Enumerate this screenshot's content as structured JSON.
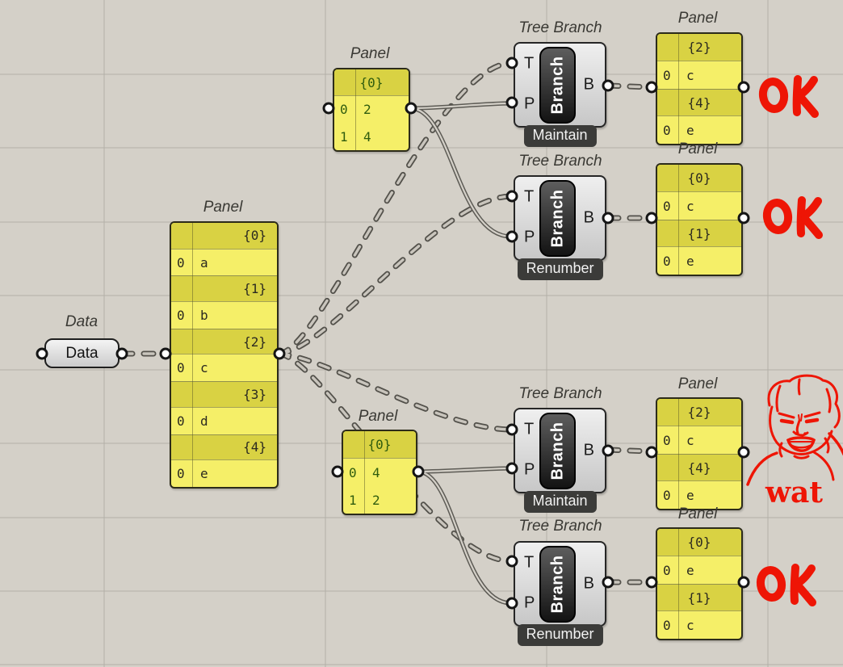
{
  "canvas": {
    "app": "Grasshopper node canvas"
  },
  "data_source": {
    "title": "Data",
    "label": "Data"
  },
  "main_panel": {
    "title": "Panel",
    "rows": [
      {
        "branch": "{0}"
      },
      {
        "index": "0",
        "value": "a"
      },
      {
        "branch": "{1}"
      },
      {
        "index": "0",
        "value": "b"
      },
      {
        "branch": "{2}"
      },
      {
        "index": "0",
        "value": "c"
      },
      {
        "branch": "{3}"
      },
      {
        "index": "0",
        "value": "d"
      },
      {
        "branch": "{4}"
      },
      {
        "index": "0",
        "value": "e"
      }
    ]
  },
  "input_panels": [
    {
      "title": "Panel",
      "rows": [
        {
          "branch": "{0}"
        },
        {
          "index": "0",
          "value": "2"
        },
        {
          "index": "1",
          "value": "4"
        }
      ]
    },
    {
      "title": "Panel",
      "rows": [
        {
          "branch": "{0}"
        },
        {
          "index": "0",
          "value": "4"
        },
        {
          "index": "1",
          "value": "2"
        }
      ]
    }
  ],
  "tree_branches": [
    {
      "title": "Tree Branch",
      "capsule": "Branch",
      "inputs": [
        "T",
        "P"
      ],
      "output": "B",
      "mode": "Maintain"
    },
    {
      "title": "Tree Branch",
      "capsule": "Branch",
      "inputs": [
        "T",
        "P"
      ],
      "output": "B",
      "mode": "Renumber"
    },
    {
      "title": "Tree Branch",
      "capsule": "Branch",
      "inputs": [
        "T",
        "P"
      ],
      "output": "B",
      "mode": "Maintain"
    },
    {
      "title": "Tree Branch",
      "capsule": "Branch",
      "inputs": [
        "T",
        "P"
      ],
      "output": "B",
      "mode": "Renumber"
    }
  ],
  "output_panels": [
    {
      "title": "Panel",
      "rows": [
        {
          "branch": "{2}"
        },
        {
          "index": "0",
          "value": "c"
        },
        {
          "branch": "{4}"
        },
        {
          "index": "0",
          "value": "e"
        }
      ]
    },
    {
      "title": "Panel",
      "rows": [
        {
          "branch": "{0}"
        },
        {
          "index": "0",
          "value": "c"
        },
        {
          "branch": "{1}"
        },
        {
          "index": "0",
          "value": "e"
        }
      ]
    },
    {
      "title": "Panel",
      "rows": [
        {
          "branch": "{2}"
        },
        {
          "index": "0",
          "value": "c"
        },
        {
          "branch": "{4}"
        },
        {
          "index": "0",
          "value": "e"
        }
      ]
    },
    {
      "title": "Panel",
      "rows": [
        {
          "branch": "{0}"
        },
        {
          "index": "0",
          "value": "e"
        },
        {
          "branch": "{1}"
        },
        {
          "index": "0",
          "value": "c"
        }
      ]
    }
  ],
  "annotations": {
    "ok_top": "OK",
    "ok_middle": "OK",
    "wat": "wat",
    "ok_bottom": "OK"
  },
  "colors": {
    "canvas_bg": "#d4d0c8",
    "grid_line": "#b3b0a8",
    "panel_body": "#f5ef68",
    "panel_header": "#d9d243",
    "panel_text_input": "#2f5c0e",
    "panel_text": "#2b2a20",
    "component_tag": "#3b3b39",
    "wire": "#53514b",
    "annotation_red": "#ee1505"
  }
}
